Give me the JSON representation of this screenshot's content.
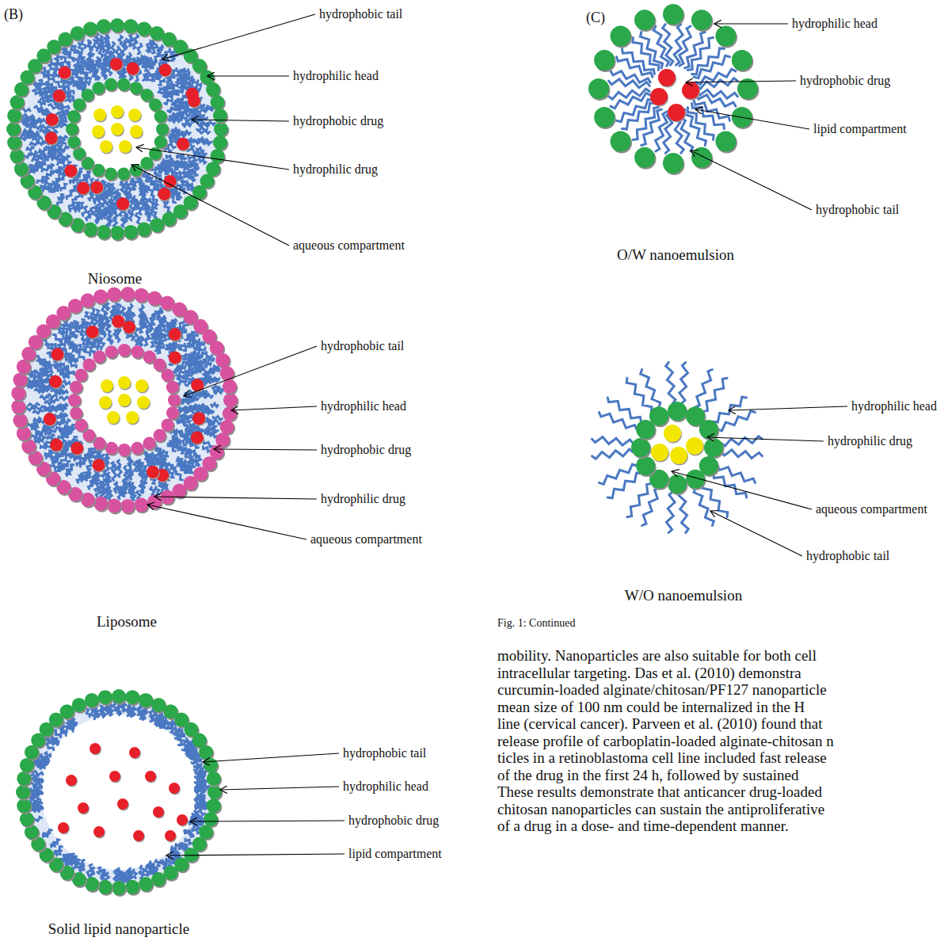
{
  "diagram": {
    "caption": "Fig. 1: Continued",
    "labels": [
      "(B)",
      "hydrophobic tail",
      "hydrophilic head",
      "hydrophobic drug",
      "hydrophilic drug",
      "aqueous compartment",
      "Niosome",
      "hydrophobic tail",
      "hydrophilic head",
      "hydrophobic drug",
      "hydrophilic drug",
      "aqueous compartment",
      "Liposome",
      "hydrophobic tail",
      "hydrophilic head",
      "hydrophobic drug",
      "lipid compartment",
      "Solid lipid nanoparticle",
      "(C)",
      "hydrophilic head",
      "hydrophobic drug",
      "lipid compartment",
      "hydrophobic tail",
      "O/W nanoemulsion",
      "hydrophilic head",
      "hydrophilic drug",
      "aqueous compartment",
      "hydrophobic tail",
      "W/O nanoemulsion",
      "mobility. Nanoparticles are also suitable for both cell",
      "intracellular targeting. Das et al. (2010) demonstra",
      "curcumin-loaded alginate/chitosan/PF127 nanoparticle",
      "mean size of 100 nm could be internalized in the H",
      "line (cervical cancer). Parveen et al. (2010) found that",
      "release profile of carboplatin-loaded alginate-chitosan n",
      "ticles in a retinoblastoma cell line included fast release",
      "of the drug in the first 24 h, followed by sustained",
      "These results demonstrate that anticancer drug-loaded",
      "chitosan nanoparticles can sustain the antiproliferative",
      "of a drug in a dose- and time-dependent manner."
    ]
  }
}
